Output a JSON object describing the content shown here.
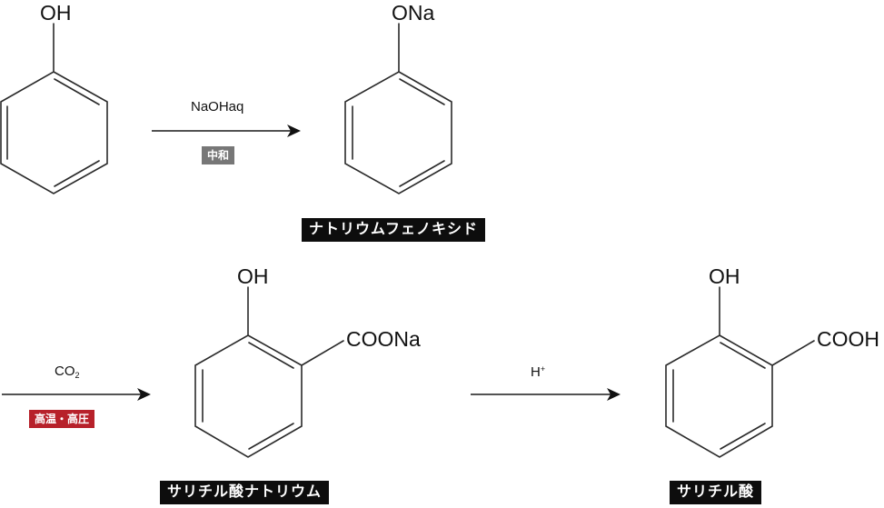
{
  "colors": {
    "bond": "#2a2a2a",
    "neutralization_badge": "#777777",
    "high_temp_pressure_badge": "#b7212a",
    "name_box": "#0d0d0d"
  },
  "molecules": [
    {
      "id": "phenol",
      "substituents": {
        "top": "OH"
      },
      "name": ""
    },
    {
      "id": "sodium-phenoxide",
      "substituents": {
        "top": "ONa"
      },
      "name": "ナトリウムフェノキシド"
    },
    {
      "id": "sodium-salicylate",
      "substituents": {
        "top": "OH",
        "ortho": "COONa"
      },
      "name": "サリチル酸ナトリウム"
    },
    {
      "id": "salicylic-acid",
      "substituents": {
        "top": "OH",
        "ortho": "COOH"
      },
      "name": "サリチル酸"
    }
  ],
  "reactions": [
    {
      "reagent": "NaOHaq",
      "condition": "中和"
    },
    {
      "reagent_base": "CO",
      "reagent_sub": "2",
      "condition": "高温・高圧"
    },
    {
      "reagent_base": "H",
      "reagent_sup": "+",
      "condition": ""
    }
  ]
}
